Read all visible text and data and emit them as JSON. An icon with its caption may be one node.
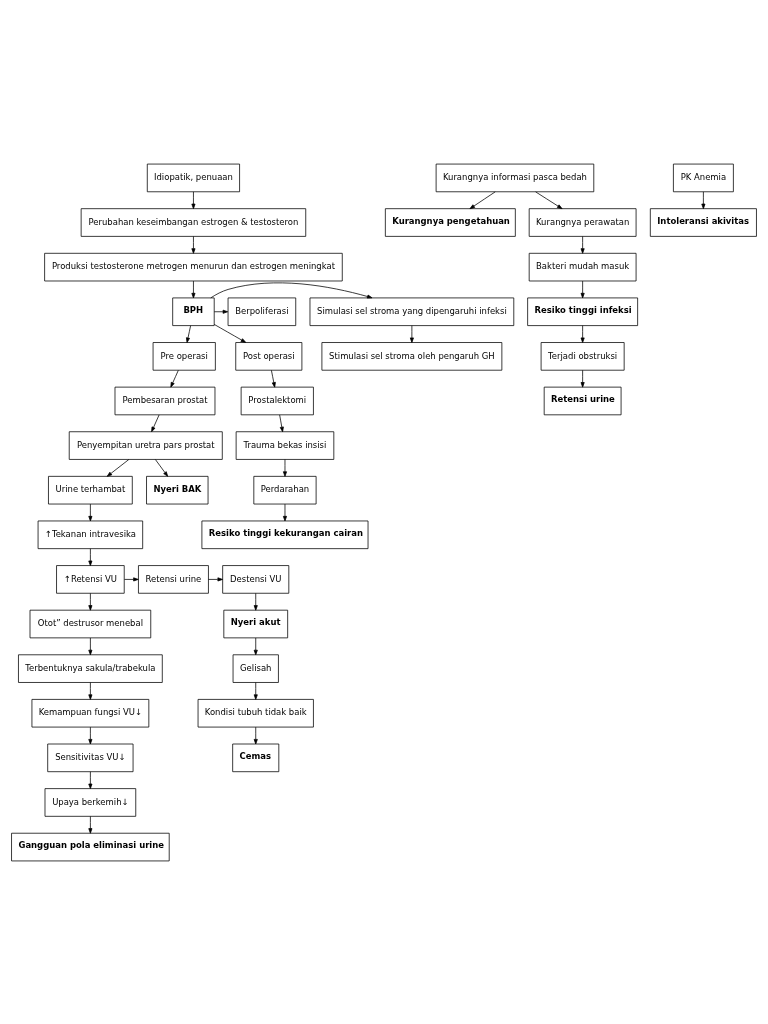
{
  "diagram": {
    "nodes": [
      {
        "text": [
          "Idiopatik, penuaan"
        ]
      },
      {
        "text": [
          "Perubahan keseimbangan estrogen & testosteron"
        ]
      },
      {
        "text": [
          "Produksi testosterone metrogen menurun dan estrogen meningkat"
        ]
      },
      {
        "text": [
          "Simulasi sel stroma yang dipengaruhi infeksi"
        ]
      },
      {
        "text": [
          "BPH"
        ]
      },
      {
        "text": [
          "Berpoliferasi"
        ]
      },
      {
        "text": [
          "Stimulasi sel stroma oleh pengaruh GH"
        ]
      },
      {
        "text": [
          "Pre operasi"
        ]
      },
      {
        "text": [
          "Post operasi"
        ]
      },
      {
        "text": [
          "Pembesaran prostat"
        ]
      },
      {
        "text": [
          "Kurangnya informasi pasca bedah"
        ]
      },
      {
        "text": [
          "Prostalektomi"
        ]
      },
      {
        "text": [
          "Penyempitan uretra pars prostat"
        ]
      },
      {
        "text": [
          "Kurangnya pengetahuan"
        ]
      },
      {
        "text": [
          "Kurangnya perawatan"
        ]
      },
      {
        "text": [
          "Trauma bekas insisi"
        ]
      },
      {
        "text": [
          "Urine terhambat"
        ]
      },
      {
        "text": [
          "Nyeri BAK"
        ]
      },
      {
        "text": [
          "Bakteri mudah masuk"
        ]
      },
      {
        "text": [
          "Perdarahan"
        ]
      },
      {
        "text": [
          "↑Tekanan intravesika"
        ]
      },
      {
        "text": [
          "Resiko tinggi infeksi"
        ]
      },
      {
        "text": [
          "Resiko tinggi kekurangan cairan"
        ]
      },
      {
        "text": [
          "↑Retensi VU"
        ]
      },
      {
        "text": [
          "Retensi urine"
        ]
      },
      {
        "text": [
          "Destensi VU"
        ]
      },
      {
        "text": [
          "Terjadi obstruksi"
        ]
      },
      {
        "text": [
          "Otot” destrusor menebal"
        ]
      },
      {
        "text": [
          "Nyeri akut"
        ]
      },
      {
        "text": [
          "Terbentuknya sakula/trabekula"
        ]
      },
      {
        "text": [
          "Gelisah"
        ]
      },
      {
        "text": [
          "Retensi urine"
        ]
      },
      {
        "text": [
          "PK Anemia"
        ]
      },
      {
        "text": [
          "Kondisi tubuh tidak baik"
        ]
      },
      {
        "text": [
          "Intoleransi akivitas"
        ]
      },
      {
        "text": [
          "Kemampuan fungsi VU↓"
        ]
      },
      {
        "text": [
          "Cemas"
        ]
      },
      {
        "text": [
          "Sensitivitas VU↓"
        ]
      },
      {
        "text": [
          "Upaya berkemih↓"
        ]
      },
      {
        "text": [
          "Gangguan pola eliminasi urine"
        ]
      }
    ],
    "edges": [
      {
        "from": 0,
        "to": 1,
        "arrow": "to"
      },
      {
        "from": 1,
        "to": 2,
        "arrow": "to"
      },
      {
        "from": 2,
        "to": 4,
        "arrow": "to"
      },
      {
        "from": 4,
        "to": 3,
        "arrow": "to"
      },
      {
        "from": 4,
        "to": 5,
        "arrow": "to"
      },
      {
        "from": 3,
        "to": 6,
        "arrow": "to"
      },
      {
        "from": 4,
        "to": 7,
        "arrow": "to"
      },
      {
        "from": 4,
        "to": 8,
        "arrow": "to"
      },
      {
        "from": 7,
        "to": 9,
        "arrow": "to"
      },
      {
        "from": 9,
        "to": 12,
        "arrow": "to"
      },
      {
        "from": 12,
        "to": 16,
        "arrow": "to"
      },
      {
        "from": 12,
        "to": 17,
        "arrow": "to"
      },
      {
        "from": 16,
        "to": 20,
        "arrow": "to"
      },
      {
        "from": 20,
        "to": 23,
        "arrow": "to"
      },
      {
        "from": 23,
        "to": 24,
        "arrow": "to"
      },
      {
        "from": 24,
        "to": 25,
        "arrow": "to"
      },
      {
        "from": 23,
        "to": 27,
        "arrow": "to"
      },
      {
        "from": 25,
        "to": 28,
        "arrow": "to"
      },
      {
        "from": 28,
        "to": 30,
        "arrow": "to"
      },
      {
        "from": 30,
        "to": 33,
        "arrow": "to"
      },
      {
        "from": 33,
        "to": 36,
        "arrow": "to"
      },
      {
        "from": 27,
        "to": 29,
        "arrow": "to"
      },
      {
        "from": 29,
        "to": 35,
        "arrow": "to"
      },
      {
        "from": 35,
        "to": 37,
        "arrow": "to"
      },
      {
        "from": 37,
        "to": 38,
        "arrow": "to"
      },
      {
        "from": 38,
        "to": 39,
        "arrow": "to"
      },
      {
        "from": 10,
        "to": 13,
        "arrow": "to"
      },
      {
        "from": 10,
        "to": 14,
        "arrow": "to"
      },
      {
        "from": 14,
        "to": 18,
        "arrow": "to"
      },
      {
        "from": 18,
        "to": 21,
        "arrow": "to"
      },
      {
        "from": 21,
        "to": 26,
        "arrow": "to"
      },
      {
        "from": 26,
        "to": 31,
        "arrow": "to"
      },
      {
        "from": 8,
        "to": 11,
        "arrow": "to"
      },
      {
        "from": 11,
        "to": 15,
        "arrow": "to"
      },
      {
        "from": 15,
        "to": 19,
        "arrow": "to"
      },
      {
        "from": 19,
        "to": 22,
        "arrow": "to"
      },
      {
        "from": 32,
        "to": 34,
        "arrow": "to"
      }
    ]
  }
}
